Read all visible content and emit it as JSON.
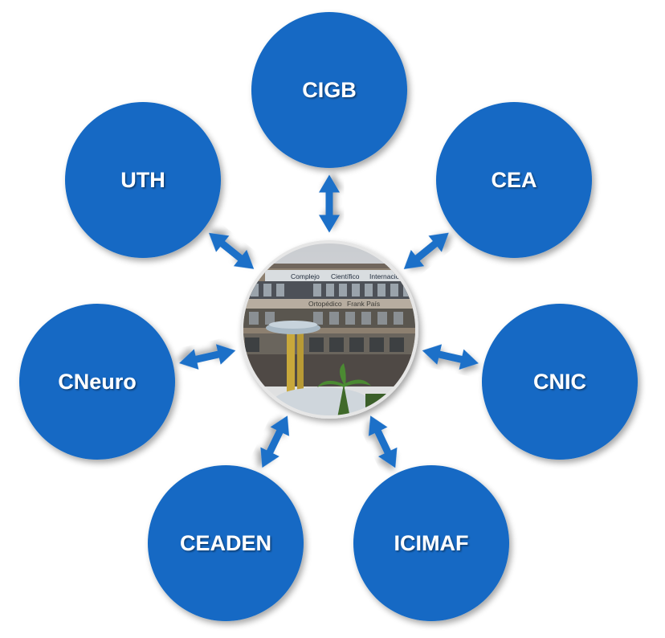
{
  "diagram": {
    "colors": {
      "node_fill": "#1269c4",
      "node_text": "#ffffff",
      "arrow_fill": "#1d6fc8",
      "center_border": "#e6e6e6"
    },
    "center": {
      "icon": "building-photo",
      "sign_line_1": [
        "Complejo",
        "Científico",
        "Internacional"
      ],
      "sign_line_2": [
        "Ortopédico",
        "Frank País"
      ]
    },
    "nodes": [
      {
        "id": "cigb",
        "label": "CIGB"
      },
      {
        "id": "cea",
        "label": "CEA"
      },
      {
        "id": "cnic",
        "label": "CNIC"
      },
      {
        "id": "icimaf",
        "label": "ICIMAF"
      },
      {
        "id": "ceaden",
        "label": "CEADEN"
      },
      {
        "id": "cneuro",
        "label": "CNeuro"
      },
      {
        "id": "uth",
        "label": "UTH"
      }
    ]
  }
}
